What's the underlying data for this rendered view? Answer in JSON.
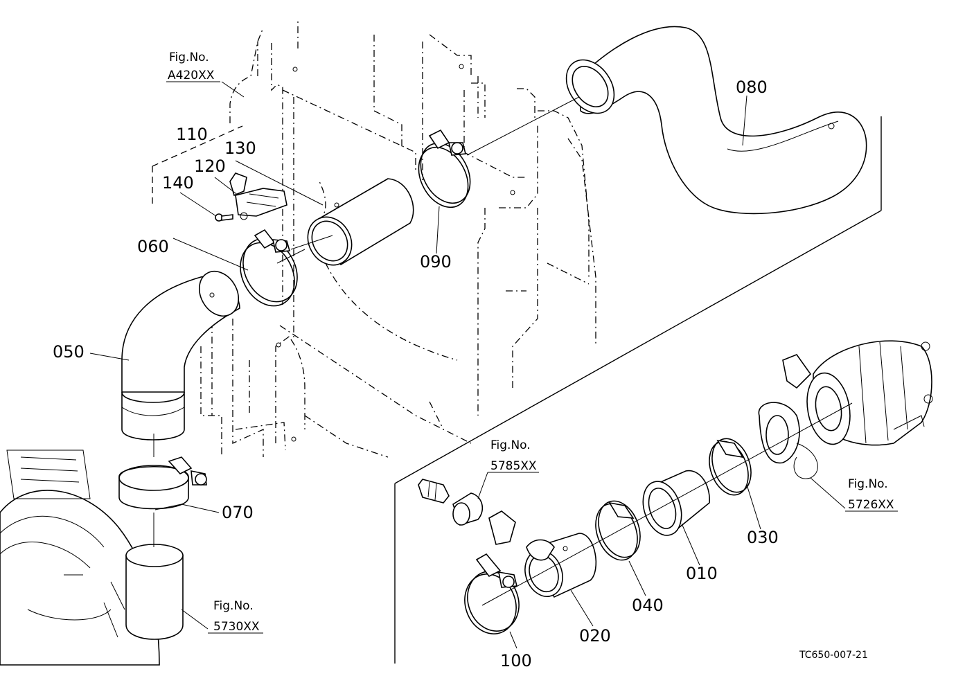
{
  "diagram": {
    "drawing_code": "TC650-007-21",
    "parts": [
      "010",
      "020",
      "030",
      "040",
      "050",
      "060",
      "070",
      "080",
      "090",
      "100",
      "110",
      "120",
      "130",
      "140"
    ],
    "references": [
      {
        "label": "Fig.No.",
        "number": "A420XX"
      },
      {
        "label": "Fig.No.",
        "number": "5785XX"
      },
      {
        "label": "Fig.No.",
        "number": "5726XX"
      },
      {
        "label": "Fig.No.",
        "number": "5730XX"
      }
    ]
  }
}
